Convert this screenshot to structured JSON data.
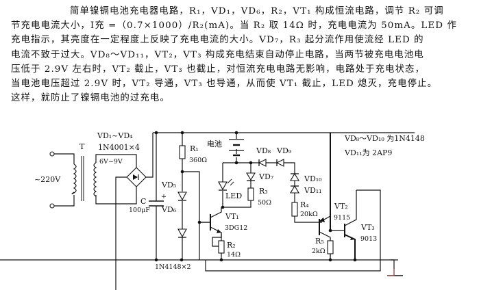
{
  "description": {
    "lines": [
      "简单镍镉电池充电器电路，R₁，VD₁，VD₆，R₂，VT₁ 构成恒流电路，调节 R₂ 可调",
      "节充电电流大小，I充 =（0.7×1000）/R₂(mA)。当 R₂ 取 14Ω 时，充电电流为 50mA。LED 作",
      "充电指示，其亮度在一定程度上反映了充电电流的大小。VD₇，R₃ 起分流作用使流经 LED 的",
      "电流不致于过大。VD₈～VD₁₁，VT₂，VT₃ 构成充电结束自动停止电路，当两节被充电电池电",
      "压低于 2.9V 左右时，VT₂ 截止，VT₃ 也截止，对恒流充电电路无影响，电路处于充电状态，",
      "当电池电压超过 2.9V 时，VT₂ 导通，VT₃ 也导通，从而使 VT₁ 截止，LED 熄灭，充电停止。",
      "这样，就防止了镍镉电池的过充电。"
    ]
  },
  "schematic": {
    "mains": "~220V",
    "transformer": "T",
    "secondary": "6V~9V",
    "bridge": {
      "name": "VD₁~VD₄",
      "part": "1N4001×4"
    },
    "capacitor": {
      "name": "C",
      "value": "100μF"
    },
    "r1": {
      "name": "R₁",
      "value": "360Ω"
    },
    "vd5": "VD₅",
    "vd6": "VD₆",
    "vd56_part": "1N4148×2",
    "battery": "电池",
    "led": "LED",
    "vd7": "VD₇",
    "r3": {
      "name": "R₃",
      "value": "50Ω"
    },
    "vd8": "VD₈",
    "vd9": "VD₉",
    "vd10": "VD₁₀",
    "vd11": "VD₁₁",
    "r4": {
      "name": "R₄",
      "value": "20kΩ"
    },
    "vt1": {
      "name": "VT₁",
      "part": "3DG12"
    },
    "r2": {
      "name": "R₂",
      "value": "14Ω"
    },
    "vt2": {
      "name": "VT₂",
      "part": "9115"
    },
    "vt3": {
      "name": "VT₃",
      "part": "9013"
    },
    "r5": {
      "name": "R₅",
      "value": "2kΩ"
    }
  },
  "notes": {
    "line1": "VD₈～VD₁₀ 为1N4148",
    "line2": "VD₁₁为 2AP9"
  }
}
